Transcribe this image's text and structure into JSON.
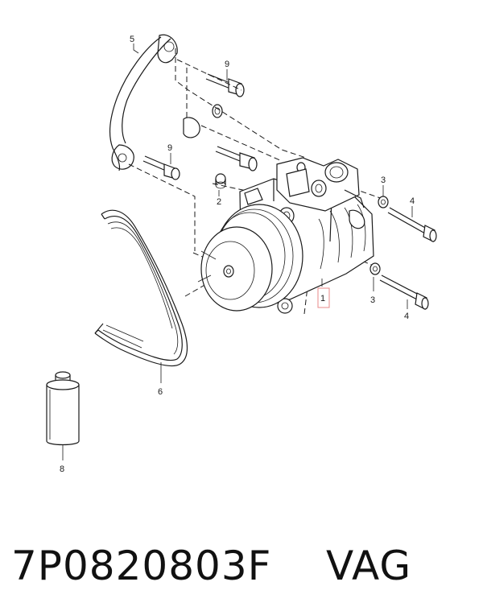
{
  "callouts": {
    "part_1": "1",
    "part_2": "2",
    "part_3a": "3",
    "part_3b": "3",
    "part_4a": "4",
    "part_4b": "4",
    "part_5": "5",
    "part_6": "6",
    "part_8": "8",
    "part_9a": "9",
    "part_9b": "9"
  },
  "caption": {
    "part_number": "7P0820803F",
    "brand": "VAG"
  }
}
